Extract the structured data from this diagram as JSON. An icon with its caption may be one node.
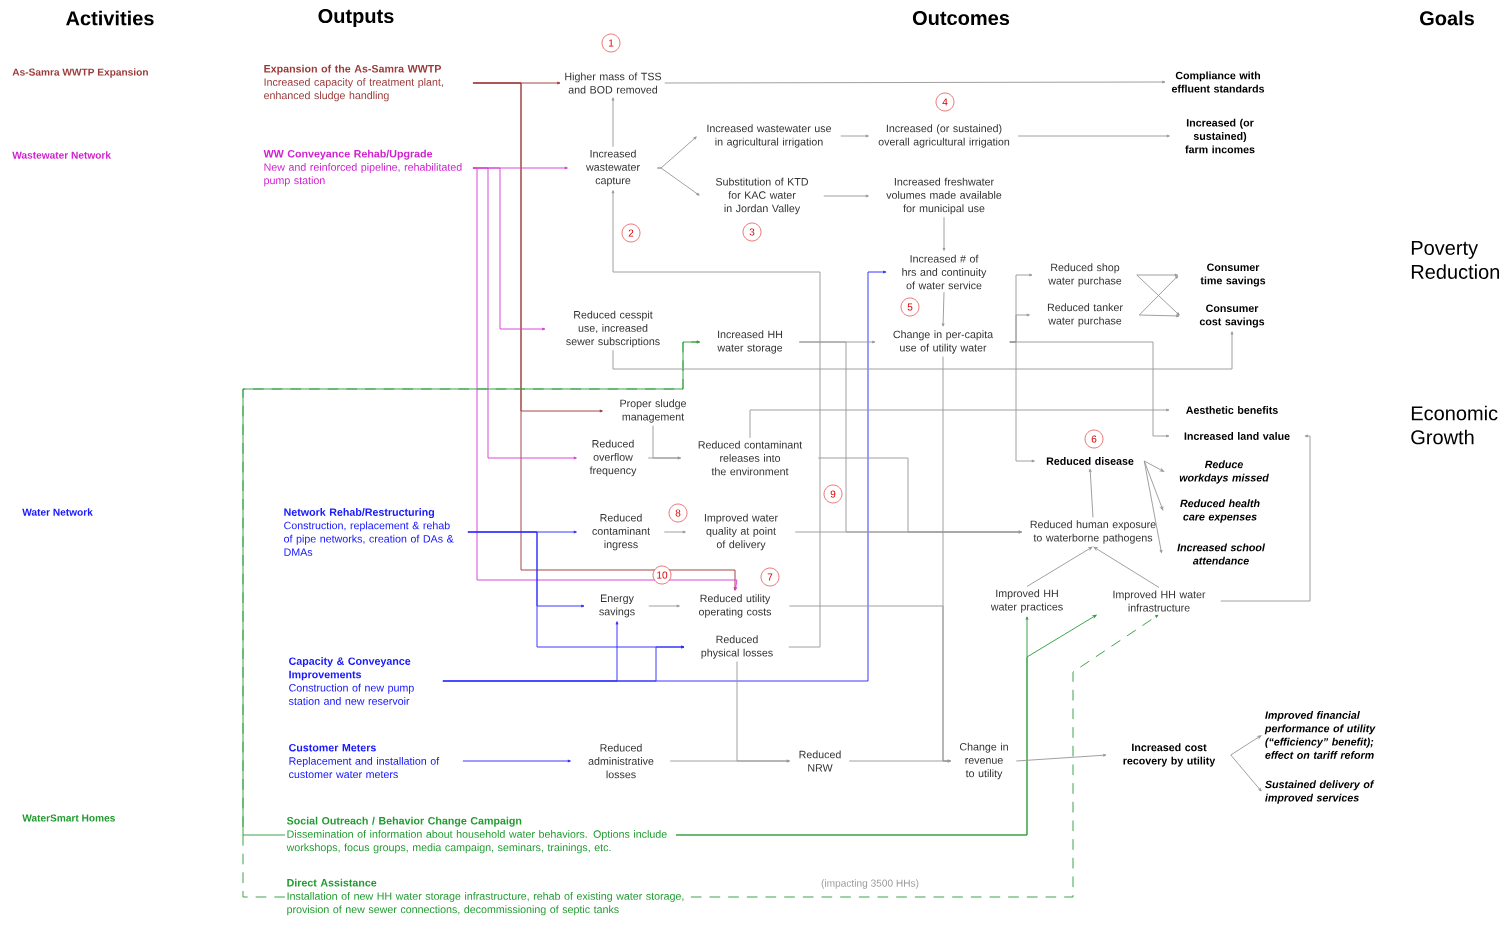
{
  "diagram": {
    "nodes": [
      {
        "text": [
          "Expansion of the As-Samra WWTP",
          "Increased capacity of treatment plant, enhanced sludge handling"
        ]
      },
      {
        "text": [
          "WW Conveyance Rehab/Upgrade",
          "New and reinforced pipeline, rehabilitated pump station"
        ]
      },
      {
        "text": [
          "Network Rehab/Restructuring",
          "Construction, replacement & rehab of pipe networks, creation of DAs & DMAs"
        ]
      },
      {
        "text": [
          "Capacity & Conveyance Improvements",
          "Construction of new pump station and new reservoir"
        ]
      },
      {
        "text": [
          "Customer Meters",
          "Replacement and installation of customer water meters"
        ]
      },
      {
        "text": [
          "Social Outreach / Behavior Change Campaign",
          "Dissemination of information about household water behaviors. Options include workshops, focus groups, media campaign, seminars, trainings, etc."
        ]
      },
      {
        "text": [
          "Direct Assistance",
          "Installation of new HH water storage infrastructure, rehab of existing water storage, provision of new sewer connections, decommissioning of septic tanks"
        ]
      },
      {
        "text": [
          "Higher mass of TSS and BOD removed"
        ]
      },
      {
        "text": [
          "Increased wastewater capture"
        ]
      },
      {
        "text": [
          "Increased wastewater use in agricultural irrigation"
        ]
      },
      {
        "text": [
          "Substitution of KTD for KAC water in Jordan Valley"
        ]
      },
      {
        "text": [
          "Increased (or sustained) overall agricultural irrigation"
        ]
      },
      {
        "text": [
          "Increased freshwater volumes made available for municipal use"
        ]
      },
      {
        "text": [
          "Increased # of hrs and continuity of water service"
        ]
      },
      {
        "text": [
          "Change in per-capita use of utility water"
        ]
      },
      {
        "text": [
          "Reduced shop water purchase"
        ]
      },
      {
        "text": [
          "Reduced tanker water purchase"
        ]
      },
      {
        "text": [
          "Reduced cesspit use, increased sewer subscriptions"
        ]
      },
      {
        "text": [
          "Increased HH water storage"
        ]
      },
      {
        "text": [
          "Proper sludge management"
        ]
      },
      {
        "text": [
          "Reduced overflow frequency"
        ]
      },
      {
        "text": [
          "Reduced contaminant releases into the environment"
        ]
      },
      {
        "text": [
          "Reduced contaminant ingress"
        ]
      },
      {
        "text": [
          "Improved water quality at point of delivery"
        ]
      },
      {
        "text": [
          "Energy savings"
        ]
      },
      {
        "text": [
          "Reduced utility operating costs"
        ]
      },
      {
        "text": [
          "Reduced physical losses"
        ]
      },
      {
        "text": [
          "Reduced administrative losses"
        ]
      },
      {
        "text": [
          "Reduced NRW"
        ]
      },
      {
        "text": [
          "Change in revenue to utility"
        ]
      },
      {
        "text": [
          "Reduced human exposure to waterborne pathogens"
        ]
      },
      {
        "text": [
          "Improved HH water practices"
        ]
      },
      {
        "text": [
          "Improved HH water infrastructure"
        ]
      },
      {
        "text": [
          "Compliance with effluent standards"
        ]
      },
      {
        "text": [
          "Increased (or sustained) farm incomes"
        ]
      },
      {
        "text": [
          "Consumer time savings"
        ]
      },
      {
        "text": [
          "Consumer cost savings"
        ]
      },
      {
        "text": [
          "Aesthetic benefits"
        ]
      },
      {
        "text": [
          "Increased land value"
        ]
      },
      {
        "text": [
          "Reduced disease"
        ]
      },
      {
        "text": [
          "Reduce workdays missed"
        ]
      },
      {
        "text": [
          "Reduced health care expenses"
        ]
      },
      {
        "text": [
          "Increased school attendance"
        ]
      },
      {
        "text": [
          "Increased cost recovery by utility"
        ]
      },
      {
        "text": [
          "Improved financial performance of utility (“efficiency” benefit); effect on tariff reform"
        ]
      },
      {
        "text": [
          "Sustained delivery of improved services"
        ]
      },
      {
        "text": [
          "1"
        ]
      },
      {
        "text": [
          "2"
        ]
      },
      {
        "text": [
          "3"
        ]
      },
      {
        "text": [
          "4"
        ]
      },
      {
        "text": [
          "5"
        ]
      },
      {
        "text": [
          "6"
        ]
      },
      {
        "text": [
          "7"
        ]
      },
      {
        "text": [
          "8"
        ]
      },
      {
        "text": [
          "9"
        ]
      },
      {
        "text": [
          "10"
        ]
      }
    ],
    "edges": [
      {
        "from": 0,
        "to": 7,
        "arrow": "to",
        "color": "#9b3a3a"
      },
      {
        "from": 0,
        "to": 19,
        "arrow": "to",
        "color": "#9b3a3a"
      },
      {
        "from": 0,
        "to": 25,
        "arrow": "to",
        "color": "#9b3a3a"
      },
      {
        "from": 1,
        "to": 8,
        "arrow": "to",
        "color": "#d63cd6"
      },
      {
        "from": 1,
        "to": 17,
        "arrow": "to",
        "color": "#d63cd6"
      },
      {
        "from": 1,
        "to": 20,
        "arrow": "to",
        "color": "#d63cd6"
      },
      {
        "from": 1,
        "to": 25,
        "arrow": "to",
        "color": "#d63cd6"
      },
      {
        "from": 2,
        "to": 22,
        "arrow": "to",
        "color": "#2b2bff"
      },
      {
        "from": 2,
        "to": 24,
        "arrow": "to",
        "color": "#2b2bff"
      },
      {
        "from": 2,
        "to": 26,
        "arrow": "to",
        "color": "#2b2bff"
      },
      {
        "from": 3,
        "to": 24,
        "arrow": "to",
        "color": "#2b2bff"
      },
      {
        "from": 3,
        "to": 26,
        "arrow": "to",
        "color": "#2b2bff"
      },
      {
        "from": 3,
        "to": 13,
        "arrow": "to",
        "color": "#2b2bff"
      },
      {
        "from": 4,
        "to": 27,
        "arrow": "to",
        "color": "#2b2bff"
      },
      {
        "from": 5,
        "to": 18,
        "arrow": "to",
        "color": "#2e9e3e"
      },
      {
        "from": 5,
        "to": 31,
        "arrow": "to",
        "color": "#2e9e3e"
      },
      {
        "from": 5,
        "to": 32,
        "arrow": "to",
        "color": "#2e9e3e"
      },
      {
        "from": 6,
        "to": 18,
        "arrow": "to",
        "color": "#2e9e3e",
        "style": "dashed"
      },
      {
        "from": 6,
        "to": 32,
        "arrow": "to",
        "color": "#2e9e3e",
        "style": "dashed"
      },
      {
        "from": 7,
        "to": 33,
        "arrow": "to"
      },
      {
        "from": 8,
        "to": 7,
        "arrow": "to"
      },
      {
        "from": 8,
        "to": 9,
        "arrow": "to"
      },
      {
        "from": 8,
        "to": 10,
        "arrow": "to"
      },
      {
        "from": 9,
        "to": 11,
        "arrow": "to"
      },
      {
        "from": 11,
        "to": 34,
        "arrow": "to"
      },
      {
        "from": 10,
        "to": 12,
        "arrow": "to"
      },
      {
        "from": 12,
        "to": 13,
        "arrow": "to"
      },
      {
        "from": 13,
        "to": 14,
        "arrow": "to"
      },
      {
        "from": 14,
        "to": 15,
        "arrow": "to"
      },
      {
        "from": 14,
        "to": 16,
        "arrow": "to"
      },
      {
        "from": 14,
        "to": 39,
        "arrow": "to"
      },
      {
        "from": 14,
        "to": 38,
        "arrow": "to"
      },
      {
        "from": 14,
        "to": 29,
        "arrow": "to"
      },
      {
        "from": 15,
        "to": 35,
        "arrow": "to"
      },
      {
        "from": 15,
        "to": 36,
        "arrow": "to"
      },
      {
        "from": 16,
        "to": 35,
        "arrow": "to"
      },
      {
        "from": 16,
        "to": 36,
        "arrow": "to"
      },
      {
        "from": 17,
        "to": 36,
        "arrow": "to"
      },
      {
        "from": 18,
        "to": 14,
        "arrow": "to"
      },
      {
        "from": 18,
        "to": 30,
        "arrow": "to"
      },
      {
        "from": 19,
        "to": 21,
        "arrow": "to"
      },
      {
        "from": 20,
        "to": 21,
        "arrow": "to"
      },
      {
        "from": 21,
        "to": 37,
        "arrow": "to"
      },
      {
        "from": 21,
        "to": 30,
        "arrow": "to"
      },
      {
        "from": 22,
        "to": 23,
        "arrow": "to"
      },
      {
        "from": 23,
        "to": 30,
        "arrow": "to"
      },
      {
        "from": 24,
        "to": 25,
        "arrow": "to"
      },
      {
        "from": 25,
        "to": 29,
        "arrow": "to"
      },
      {
        "from": 26,
        "to": 8,
        "arrow": "to"
      },
      {
        "from": 26,
        "to": 28,
        "arrow": "to"
      },
      {
        "from": 27,
        "to": 28,
        "arrow": "to"
      },
      {
        "from": 28,
        "to": 29,
        "arrow": "to"
      },
      {
        "from": 29,
        "to": 43,
        "arrow": "to"
      },
      {
        "from": 43,
        "to": 44,
        "arrow": "to"
      },
      {
        "from": 43,
        "to": 45,
        "arrow": "to"
      },
      {
        "from": 30,
        "to": 39,
        "arrow": "to"
      },
      {
        "from": 31,
        "to": 30,
        "arrow": "to"
      },
      {
        "from": 32,
        "to": 30,
        "arrow": "to"
      },
      {
        "from": 32,
        "to": 38,
        "arrow": "to"
      },
      {
        "from": 39,
        "to": 40,
        "arrow": "to"
      },
      {
        "from": 39,
        "to": 41,
        "arrow": "to"
      },
      {
        "from": 39,
        "to": 42,
        "arrow": "to"
      }
    ],
    "labels": [
      "Activities",
      "Outputs",
      "Outcomes",
      "Goals",
      "As-Samra WWTP Expansion",
      "Wastewater Network",
      "Poverty Reduction",
      "Economic Growth",
      "Water Network",
      "WaterSmart Homes",
      "(impacting 3500 HHs)"
    ]
  }
}
